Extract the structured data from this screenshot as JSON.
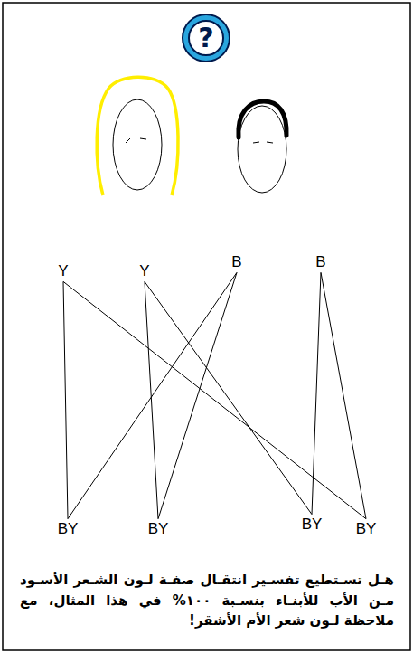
{
  "diagram": {
    "caption": "هـل تسـتطيع تفسـير انتقـال صفـة لـون الشـعر الأسـود مـن الأب للأبنـاء بنسـبة ١٠٠% في هذا المثال، مع ملاحظة لـون شعر الأم الأشقر!",
    "nodes": [
      {
        "text": [
          "?"
        ]
      },
      {
        "text": [
          "Y"
        ]
      },
      {
        "text": [
          "Y"
        ]
      },
      {
        "text": [
          "B"
        ]
      },
      {
        "text": [
          "B"
        ]
      },
      {
        "text": [
          "BY"
        ]
      },
      {
        "text": [
          "BY"
        ]
      },
      {
        "text": [
          "BY"
        ]
      },
      {
        "text": [
          "BY"
        ]
      }
    ],
    "edges": [
      {
        "from": 1,
        "to": 5,
        "arrow": "none"
      },
      {
        "from": 1,
        "to": 8,
        "arrow": "none"
      },
      {
        "from": 2,
        "to": 6,
        "arrow": "none"
      },
      {
        "from": 2,
        "to": 7,
        "arrow": "none"
      },
      {
        "from": 3,
        "to": 5,
        "arrow": "none"
      },
      {
        "from": 3,
        "to": 6,
        "arrow": "none"
      },
      {
        "from": 4,
        "to": 7,
        "arrow": "none"
      },
      {
        "from": 4,
        "to": 8,
        "arrow": "none"
      }
    ]
  }
}
